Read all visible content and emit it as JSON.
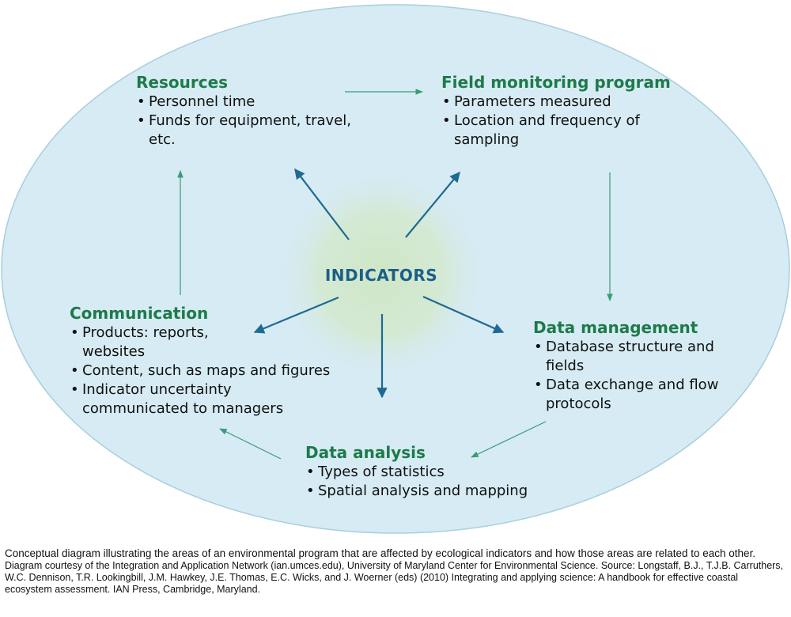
{
  "center": {
    "label": "INDICATORS"
  },
  "nodes": [
    {
      "id": "resources",
      "title": "Resources",
      "items": [
        "Personnel time",
        "Funds for equipment, travel,",
        "etc."
      ]
    },
    {
      "id": "field",
      "title": "Field monitoring program",
      "items": [
        "Parameters measured",
        "Location and frequency of",
        "sampling"
      ]
    },
    {
      "id": "data-management",
      "title": "Data management",
      "items": [
        "Database structure and",
        "fields",
        "Data exchange and flow",
        "protocols"
      ]
    },
    {
      "id": "data-analysis",
      "title": "Data analysis",
      "items": [
        "Types of statistics",
        "Spatial analysis and mapping"
      ]
    },
    {
      "id": "communication",
      "title": "Communication",
      "items": [
        "Products: reports,",
        "websites",
        "Content, such as maps and figures",
        "Indicator uncertainty",
        "communicated to managers"
      ]
    }
  ],
  "cycle_edges": [
    {
      "from": "resources",
      "to": "field"
    },
    {
      "from": "field",
      "to": "data-management"
    },
    {
      "from": "data-management",
      "to": "data-analysis"
    },
    {
      "from": "data-analysis",
      "to": "communication"
    },
    {
      "from": "communication",
      "to": "resources"
    }
  ],
  "indicator_edges": [
    {
      "from": "indicators",
      "to": "resources"
    },
    {
      "from": "indicators",
      "to": "field"
    },
    {
      "from": "indicators",
      "to": "data-management"
    },
    {
      "from": "indicators",
      "to": "data-analysis"
    },
    {
      "from": "indicators",
      "to": "communication"
    }
  ],
  "caption": {
    "main": "Conceptual diagram illustrating the areas of an environmental program that are affected by ecological indicators and how those areas are related to each other.",
    "credit": "Diagram courtesy of the Integration and Application Network (ian.umces.edu), University of Maryland Center for Environmental Science. Source: Longstaff, B.J., T.J.B. Carruthers, W.C. Dennison, T.R. Lookingbill, J.M. Hawkey, J.E. Thomas, E.C. Wicks, and J. Woerner (eds) (2010) Integrating and applying science: A handbook for effective coastal ecosystem assessment. IAN Press, Cambridge, Maryland."
  },
  "colors": {
    "ellipse_fill": "#d6ebf3",
    "ellipse_stroke": "#a9cede",
    "center_glow": "#cfe6c6",
    "heading": "#1e7a4a",
    "center_text": "#1a5f8a",
    "cycle_arrow": "#3b9a78",
    "indicator_arrow": "#1f6a92"
  }
}
